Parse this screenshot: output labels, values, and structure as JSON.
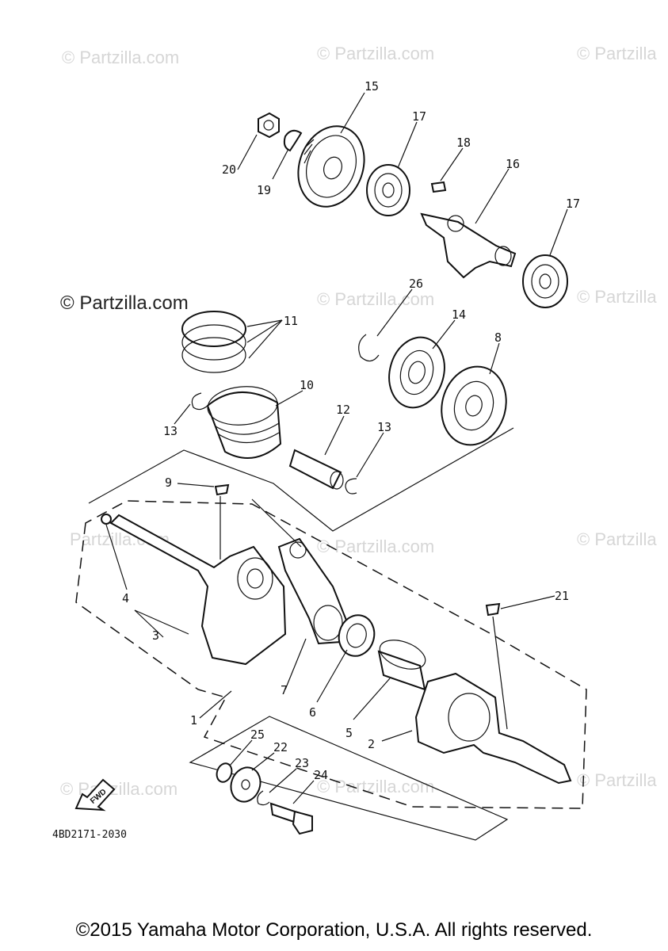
{
  "watermark": {
    "text": "© Partzilla.com",
    "cropped_text": "© Partzilla",
    "partial_text": "Partzilla.com"
  },
  "callouts": {
    "p1": "1",
    "p2": "2",
    "p3": "3",
    "p4": "4",
    "p5": "5",
    "p6": "6",
    "p7": "7",
    "p8": "8",
    "p9": "9",
    "p10": "10",
    "p11": "11",
    "p12": "12",
    "p13a": "13",
    "p13b": "13",
    "p14": "14",
    "p15": "15",
    "p16": "16",
    "p17a": "17",
    "p17b": "17",
    "p18": "18",
    "p19": "19",
    "p20": "20",
    "p21": "21",
    "p22": "22",
    "p23": "23",
    "p24": "24",
    "p25": "25",
    "p26": "26"
  },
  "fwd_label": "FWD",
  "diagram_code": "4BD2171-2030",
  "copyright": "©2015 Yamaha Motor Corporation, U.S.A. All rights reserved."
}
